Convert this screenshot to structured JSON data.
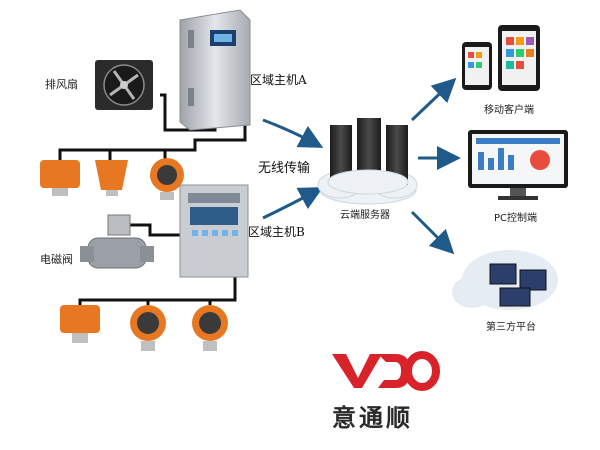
{
  "labels": {
    "exhaust_fan": "排风扇",
    "host_a": "区域主机A",
    "wireless": "无线传输",
    "host_b": "区域主机B",
    "solenoid_valve": "电磁阀",
    "cloud_server": "云端服务器",
    "mobile_client": "移动客户端",
    "pc_client": "PC控制端",
    "third_party": "第三方平台"
  },
  "brand": {
    "logo_text": "VDO",
    "name": "意通顺",
    "color": "#d8232a"
  },
  "colors": {
    "arrow": "#1f5a8a",
    "wire": "#111111",
    "detector": "#e87722",
    "panel": "#c9ccd1",
    "server": "#2a2a2a",
    "cloud": "#eef2f6"
  }
}
